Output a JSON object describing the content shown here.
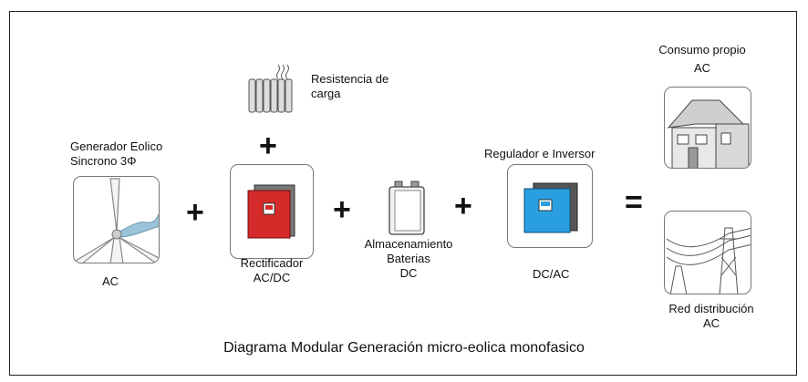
{
  "labels": {
    "generator": "Generador Eolico",
    "generator_phase": "Sincrono 3Φ",
    "generator_ac": "AC",
    "resistance": "Resistencia de",
    "resistance2": "carga",
    "rectifier": "Rectificador",
    "rectifier_type": "AC/DC",
    "storage": "Almacenamiento",
    "storage2": "Baterias",
    "storage_dc": "DC",
    "regulator": "Regulador e Inversor",
    "regulator_type": "DC/AC",
    "consumption": "Consumo propio",
    "consumption_ac": "AC",
    "grid": "Red distribución",
    "grid_ac": "AC"
  },
  "operators": {
    "plus": "+",
    "equals": "="
  },
  "caption": "Diagrama Modular Generación micro-eolica monofasico",
  "colors": {
    "rectifier": "#d42a2a",
    "inverter": "#2a9fe0",
    "border": "#222222"
  },
  "icons": [
    "wind-turbine-icon",
    "radiator-icon",
    "rectifier-icon",
    "battery-icon",
    "inverter-icon",
    "house-icon",
    "power-line-icon"
  ]
}
